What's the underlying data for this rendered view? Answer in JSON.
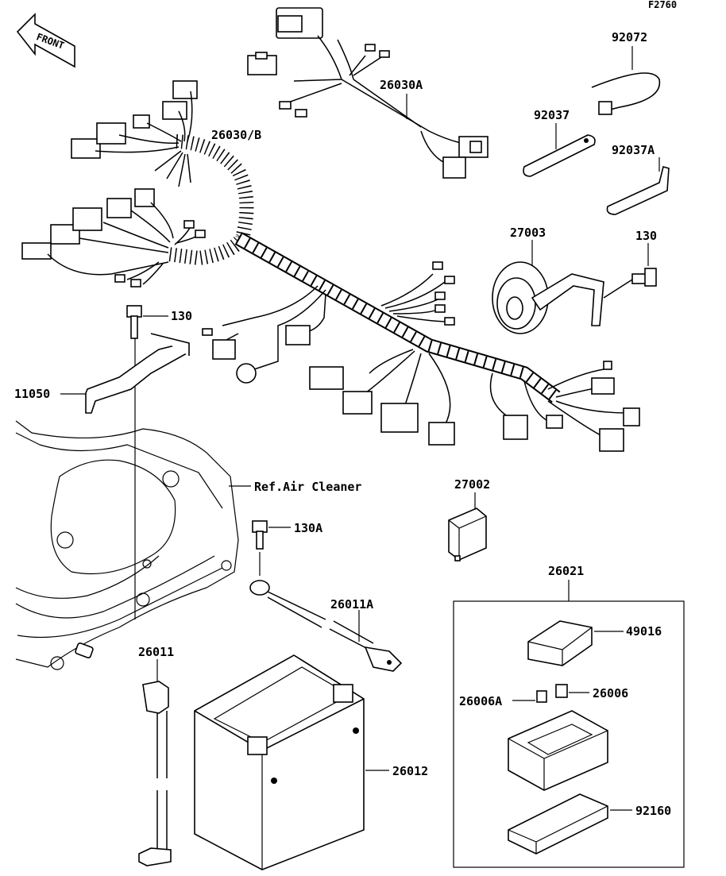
{
  "diagram_code": "F2760",
  "front_arrow": "FRONT",
  "labels": {
    "p26030A": "26030A",
    "p26030B": "26030/B",
    "p92072": "92072",
    "p92037": "92037",
    "p92037A": "92037A",
    "p27003": "27003",
    "p130_right": "130",
    "p130_left": "130",
    "p11050": "11050",
    "ref_air_cleaner": "Ref.Air Cleaner",
    "p130A": "130A",
    "p27002": "27002",
    "p26021": "26021",
    "p26011A": "26011A",
    "p49016": "49016",
    "p26011": "26011",
    "p26006": "26006",
    "p26006A": "26006A",
    "p26012": "26012",
    "p92160": "92160"
  }
}
